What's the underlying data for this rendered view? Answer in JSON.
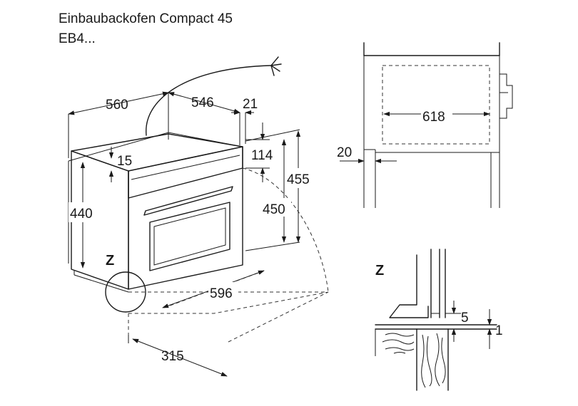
{
  "title": {
    "line1": "Einbaubackofen Compact 45",
    "line2": "EB4..."
  },
  "dimensions": {
    "niche_depth": "560",
    "appliance_depth": "546",
    "front_projection": "21",
    "top_gap": "15",
    "panel_height": "114",
    "niche_height_min": "455",
    "appliance_height": "450",
    "niche_height": "440",
    "appliance_width": "596",
    "cutout_depth": "315",
    "niche_width": "618",
    "side_clearance": "20",
    "detail_gap": "5",
    "detail_offset": "1"
  },
  "detail": {
    "marker_main": "Z",
    "marker_detail": "Z"
  }
}
